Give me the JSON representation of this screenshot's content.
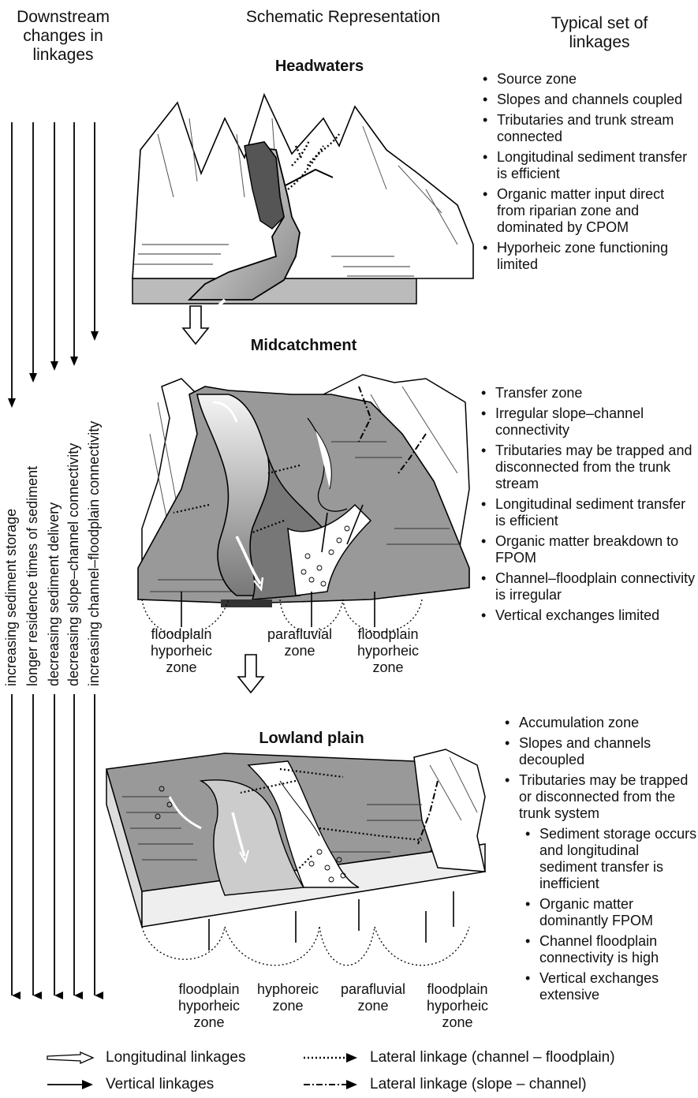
{
  "columns": {
    "left": [
      "Downstream",
      "changes in",
      "linkages"
    ],
    "center": "Schematic Representation",
    "right": [
      "Typical set of",
      "linkages"
    ]
  },
  "trends": [
    "increasing sediment storage",
    "longer residence times of sediment",
    "decreasing sediment delivery",
    "decreasing slope–channel connectivity",
    "increasing channel–floodplain connectivity"
  ],
  "sections": {
    "headwaters": {
      "title": "Headwaters",
      "linkages": [
        "Source zone",
        "Slopes and channels coupled",
        "Tributaries and trunk stream connected",
        "Longitudinal sediment transfer is efficient",
        "Organic matter input direct from riparian zone and dominated by CPOM",
        "Hyporheic zone functioning limited"
      ]
    },
    "midcatchment": {
      "title": "Midcatchment",
      "linkages": [
        "Transfer zone",
        "Irregular slope–channel connectivity",
        "Tributaries may be trapped and disconnected from the trunk stream",
        "Longitudinal sediment transfer is efficient",
        "Organic matter breakdown to FPOM",
        "Channel–floodplain connectivity is irregular",
        "Vertical exchanges limited"
      ],
      "zones": [
        "floodplain\nhyporheic\nzone",
        "parafluvial\nzone",
        "floodplain\nhyporheic\nzone"
      ]
    },
    "lowland": {
      "title": "Lowland plain",
      "linkages": [
        "Accumulation zone",
        "Slopes and channels decoupled",
        "Tributaries may be trapped or disconnected from the trunk system"
      ],
      "sublinkages": [
        "Sediment storage occurs and longitudinal sediment transfer is inefficient",
        "Organic matter dominantly FPOM",
        "Channel floodplain connectivity is high",
        "Vertical exchanges extensive"
      ],
      "zones": [
        "floodplain\nhyporheic\nzone",
        "hyphoreic\nzone",
        "parafluvial\nzone",
        "floodplain\nhyporheic\nzone"
      ]
    }
  },
  "legend": {
    "longitudinal": "Longitudinal linkages",
    "vertical": "Vertical linkages",
    "lateral_cf": "Lateral linkage (channel – floodplain)",
    "lateral_sc": "Lateral linkage (slope – channel)"
  }
}
